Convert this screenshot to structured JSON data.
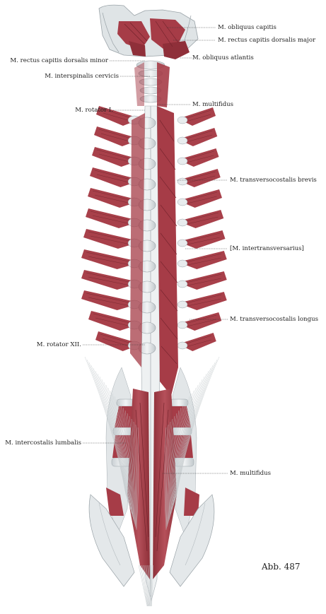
{
  "figure": {
    "figure_number": "Abb. 487"
  },
  "labels": {
    "obliquus_capitis": "M. obliquus capitis",
    "rectus_capitis_dorsalis_major": "M. rectus capitis dorsalis major",
    "rectus_capitis_dorsalis_minor": "M. rectus capitis dorsalis minor",
    "obliquus_atlantis": "M. obliquus atlantis",
    "interspinalis_cervicis": "M. interspinalis cervicis",
    "multifidus_upper": "M. multifidus",
    "rotator_1": "M. rotator I.",
    "transversocostalis_brevis": "M. transversocostalis brevis",
    "intertransversarius": "[M. intertransversarius]",
    "transversocostalis_longus": "M. transversocostalis longus",
    "rotator_12": "M. rotator XII.",
    "intercostalis_lumbalis": "M. intercostalis lumbalis",
    "multifidus_lower": "M. multifidus"
  },
  "colors": {
    "muscle": "#a8404a",
    "muscle_dark": "#7e2a33",
    "bone": "#e4e8ea",
    "bone_shadow": "#b9c0c4",
    "line": "#333333"
  }
}
